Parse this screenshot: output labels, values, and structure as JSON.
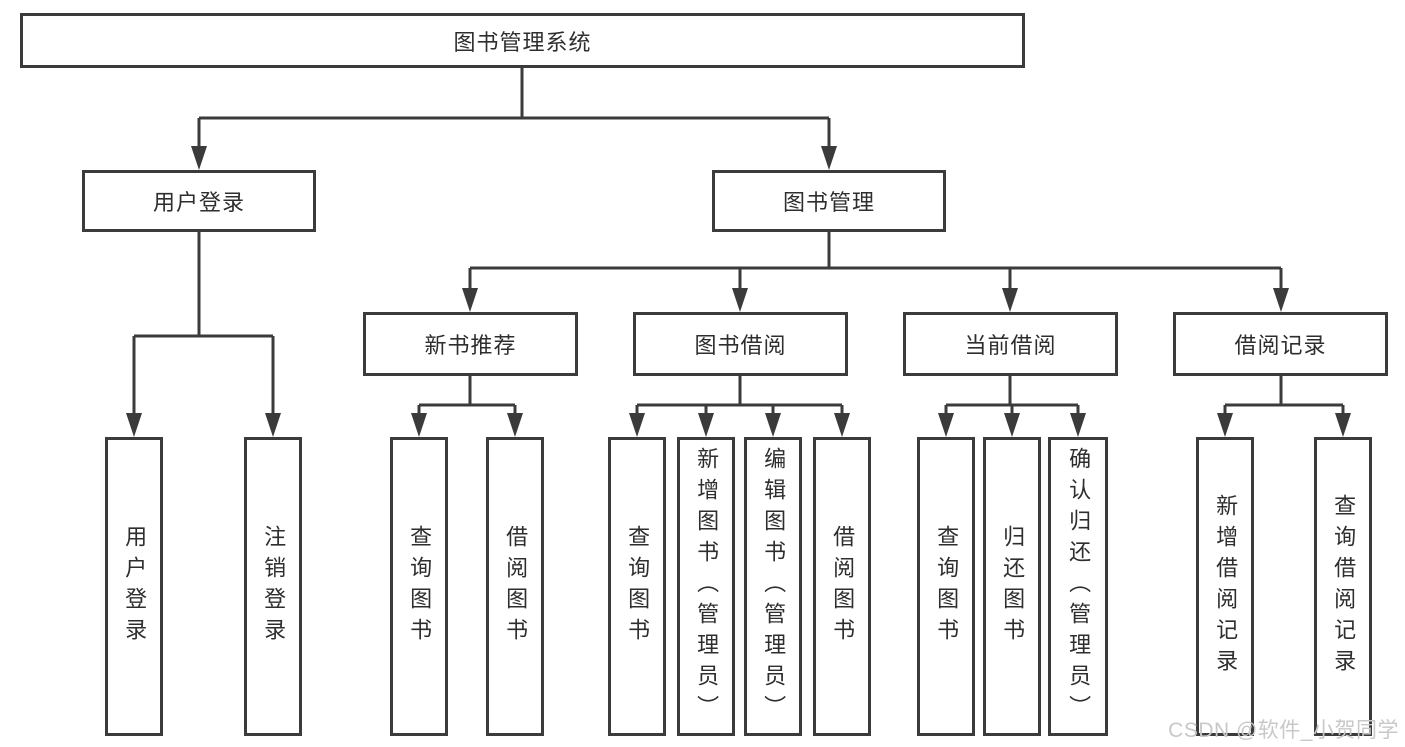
{
  "diagram": {
    "root": {
      "label": "图书管理系统"
    },
    "level2": [
      {
        "label": "用户登录"
      },
      {
        "label": "图书管理"
      }
    ],
    "level3": [
      {
        "label": "新书推荐"
      },
      {
        "label": "图书借阅"
      },
      {
        "label": "当前借阅"
      },
      {
        "label": "借阅记录"
      }
    ],
    "leaves": {
      "user_login": [
        {
          "label": "用户登录"
        },
        {
          "label": "注销登录"
        }
      ],
      "new_book": [
        {
          "label": "查询图书"
        },
        {
          "label": "借阅图书"
        }
      ],
      "book_borrow": [
        {
          "label": "查询图书"
        },
        {
          "label": "新增图书（管理员）"
        },
        {
          "label": "编辑图书（管理员）"
        },
        {
          "label": "借阅图书"
        }
      ],
      "current_borrow": [
        {
          "label": "查询图书"
        },
        {
          "label": "归还图书"
        },
        {
          "label": "确认归还（管理员）"
        }
      ],
      "borrow_record": [
        {
          "label": "新增借阅记录"
        },
        {
          "label": "查询借阅记录"
        }
      ]
    }
  },
  "watermark": {
    "text": "CSDN @软件_小贺同学"
  },
  "colors": {
    "line": "#3b3b3b",
    "text": "#2e2e2e",
    "watermark": "#c8c8c8",
    "background": "#ffffff"
  }
}
